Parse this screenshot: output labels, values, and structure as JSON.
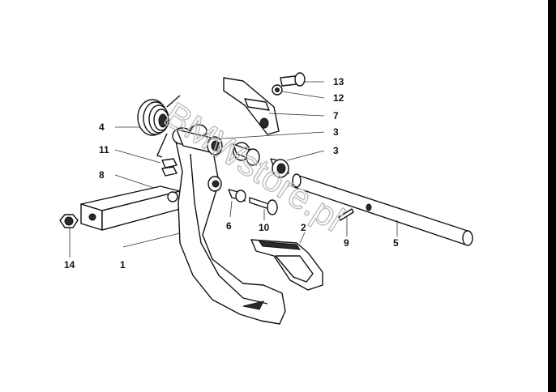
{
  "watermark": "BMWstore.pl",
  "callouts": [
    {
      "id": "13",
      "label": "13"
    },
    {
      "id": "12",
      "label": "12"
    },
    {
      "id": "7",
      "label": "7"
    },
    {
      "id": "3a",
      "label": "3"
    },
    {
      "id": "3b",
      "label": "3"
    },
    {
      "id": "4",
      "label": "4"
    },
    {
      "id": "11",
      "label": "11"
    },
    {
      "id": "8",
      "label": "8"
    },
    {
      "id": "6",
      "label": "6"
    },
    {
      "id": "10",
      "label": "10"
    },
    {
      "id": "2",
      "label": "2"
    },
    {
      "id": "9",
      "label": "9"
    },
    {
      "id": "5",
      "label": "5"
    },
    {
      "id": "14",
      "label": "14"
    },
    {
      "id": "1",
      "label": "1"
    }
  ]
}
